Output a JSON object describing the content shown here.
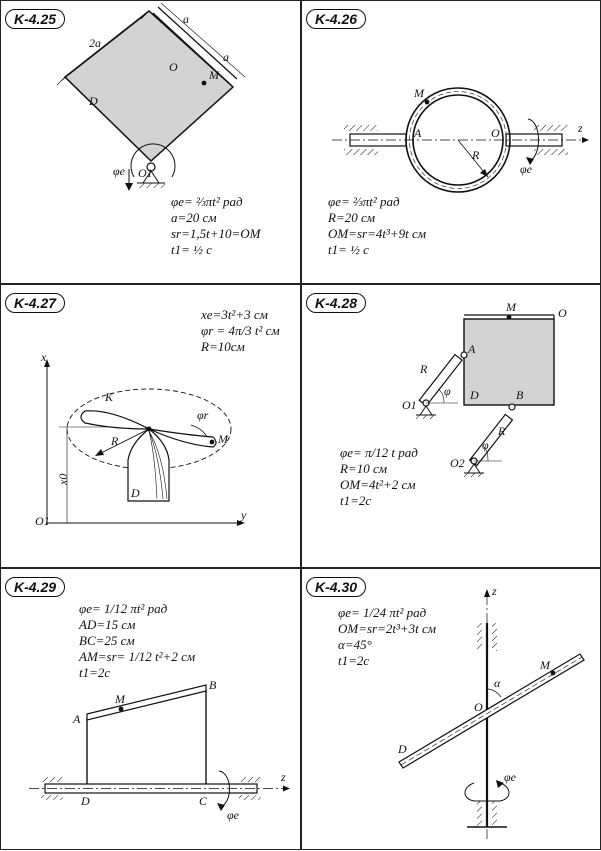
{
  "problems": [
    {
      "id": "K-4.25",
      "given": [
        "φe= ⅔πt² рад",
        "a=20 см",
        "sr=1,5t+10=OM",
        "t1= ½ c"
      ],
      "labels": {
        "dim1": "2a",
        "dim2": "a",
        "dim3": "a",
        "O": "O",
        "M": "M",
        "D": "D",
        "O1": "O1",
        "phi": "φe"
      }
    },
    {
      "id": "K-4.26",
      "given": [
        "φe= ⅔πt² рад",
        "R=20 см",
        "OM=sr=4t³+9t см",
        "t1= ½ c"
      ],
      "labels": {
        "M": "M",
        "A": "A",
        "O": "O",
        "R": "R",
        "z": "z",
        "phi": "φe"
      }
    },
    {
      "id": "K-4.27",
      "given": [
        "xe=3t²+3 см",
        "φr = 4π/3 t² см",
        "R=10см"
      ],
      "labels": {
        "x": "x",
        "y": "y",
        "K": "K",
        "R": "R",
        "M": "M",
        "D": "D",
        "O1": "O1",
        "x0": "x0",
        "phi": "φr"
      }
    },
    {
      "id": "K-4.28",
      "given": [
        "φe= π/12 t  рад",
        "R=10 см",
        "OM=4t²+2 см",
        "t1=2c"
      ],
      "labels": {
        "M": "M",
        "O": "O",
        "A": "A",
        "R1": "R",
        "phi1": "φ",
        "O1": "O1",
        "D": "D",
        "B": "B",
        "O2": "O2",
        "R2": "R",
        "phi2": "φ"
      }
    },
    {
      "id": "K-4.29",
      "given": [
        "φe= 1/12 πt² рад",
        "AD=15 см",
        "BC=25 см",
        "AM=sr= 1/12 t²+2 см",
        "t1=2c"
      ],
      "labels": {
        "A": "A",
        "M": "M",
        "B": "B",
        "D": "D",
        "C": "C",
        "z": "z",
        "phi": "φe"
      }
    },
    {
      "id": "K-4.30",
      "given": [
        "φe= 1/24 πt² рад",
        "OM=sr=2t³+3t см",
        "α=45°",
        "t1=2c"
      ],
      "labels": {
        "z": "z",
        "M": "M",
        "alpha": "α",
        "O": "O",
        "D": "D",
        "phi": "φe"
      }
    }
  ]
}
